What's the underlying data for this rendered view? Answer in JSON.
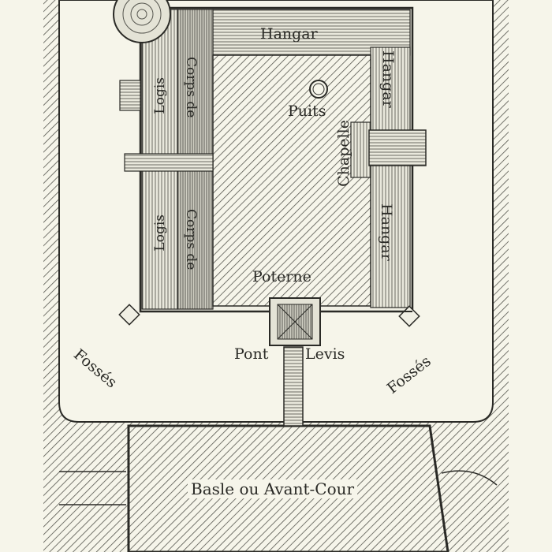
{
  "figure": {
    "type": "castle floor plan (engraving)",
    "colors": {
      "paper": "#f6f5ea",
      "ink": "#2a2a26",
      "hatch": "#55554e"
    }
  },
  "labels": {
    "hangar_top": "Hangar",
    "hangar_right_upper": "Hangar",
    "hangar_right_lower": "Hangar",
    "puits": "Puits",
    "chapelle": "Chapelle",
    "corps_de_logis_1a": "Corps de",
    "corps_de_logis_1b": "Logis",
    "corps_de_logis_2a": "Corps de",
    "corps_de_logis_2b": "Logis",
    "poterne": "Poterne",
    "pont": "Pont",
    "levis": "Levis",
    "fosses_left": "Fossés",
    "fosses_right": "Fossés",
    "basse_cour": "Basle ou Avant-Cour"
  }
}
